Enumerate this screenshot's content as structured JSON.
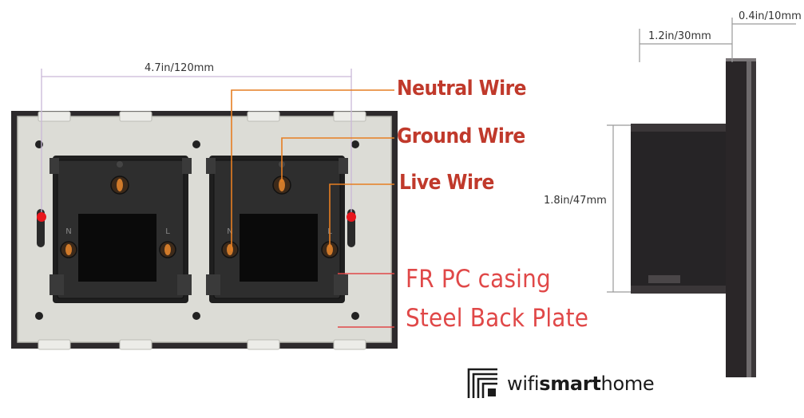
{
  "dimensions": {
    "width": "4.7in/120mm",
    "depth": "1.2in/30mm",
    "thickness": "0.4in/10mm",
    "height": "1.8in/47mm"
  },
  "callouts": {
    "neutral": "Neutral Wire",
    "ground": "Ground Wire",
    "live": "Live Wire",
    "casing": "FR PC casing",
    "backplate": "Steel Back Plate"
  },
  "terminal_letters": [
    "N",
    "L",
    "N",
    "L"
  ],
  "brand": {
    "light": "wifi",
    "bold": "smart",
    "tail": "home"
  },
  "colors": {
    "callout_orange": "#c0392b",
    "callout_red": "#e04848",
    "leader_orange": "#e67e22",
    "red_dot": "#e8161c",
    "plate": "#dcdcd6",
    "frame": "#2d2a2c",
    "module": "#2a2a2a"
  }
}
